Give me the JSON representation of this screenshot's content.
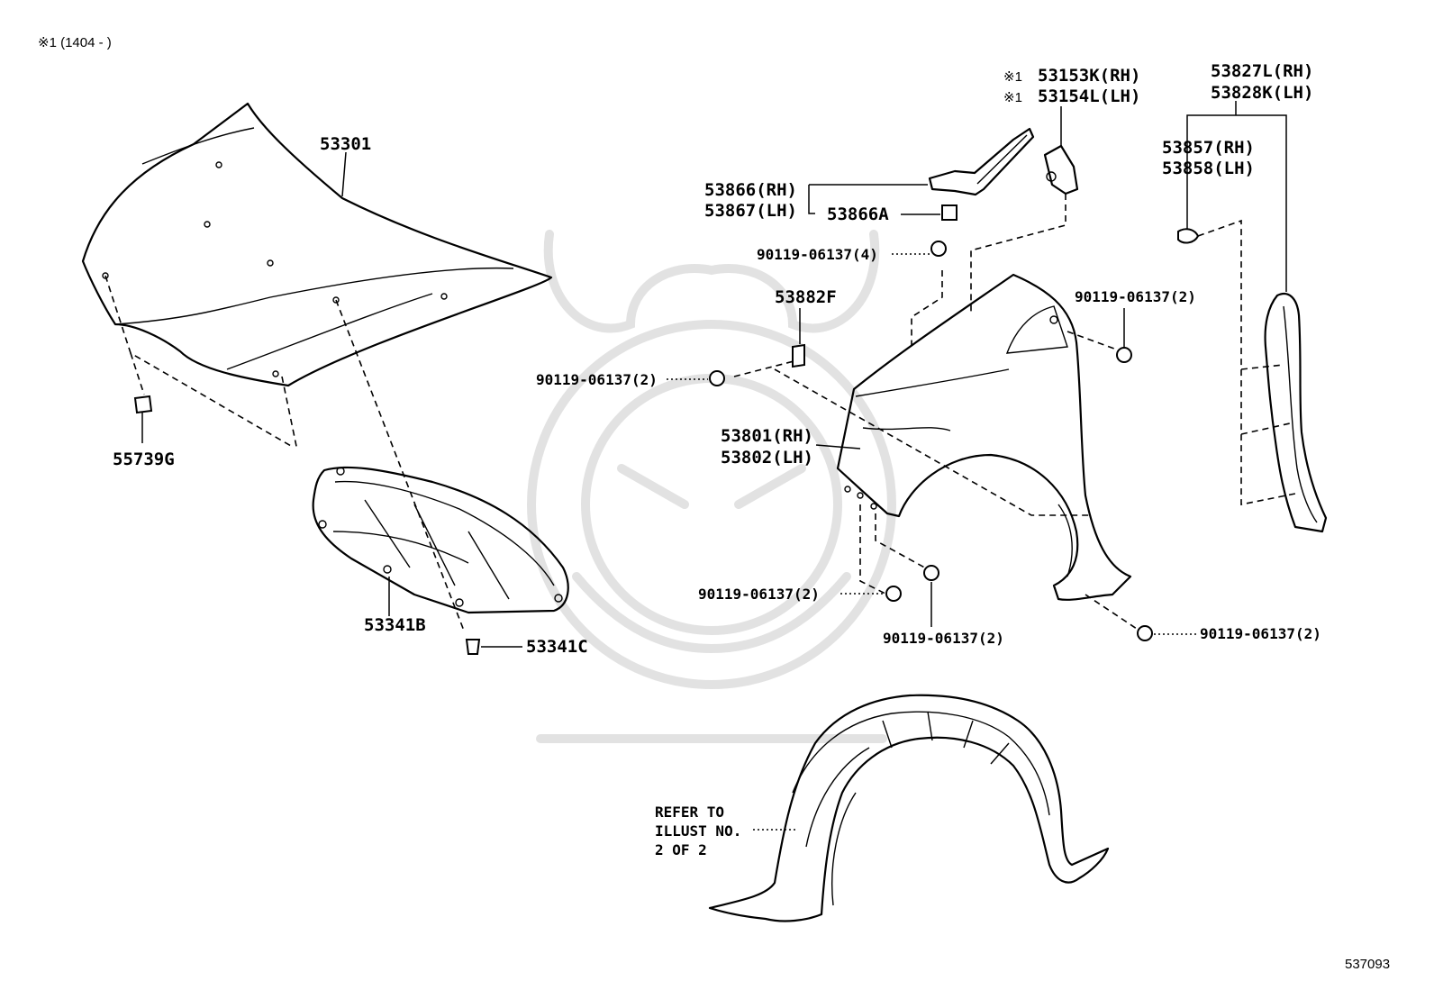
{
  "header_note": "※1 (1404 -     )",
  "diagram_number": "537093",
  "labels": {
    "hood": "53301",
    "hood_cushion": "55739G",
    "hood_insulator": "53341B",
    "insulator_clip": "53341C",
    "fender_rh": "53801(RH)",
    "fender_lh": "53802(LH)",
    "bracket_53882f": "53882F",
    "bolt_left": "90119-06137(2)",
    "bolt_top": "90119-06137(4)",
    "bolt_right": "90119-06137(2)",
    "bolt_bottom_left": "90119-06137(2)",
    "bolt_bottom_mid": "90119-06137(2)",
    "bolt_bottom_right": "90119-06137(2)",
    "seal_rh": "53866(RH)",
    "seal_lh": "53867(LH)",
    "seal_clip": "53866A",
    "rear_seal_rh": "53153K(RH)",
    "rear_seal_lh": "53154L(LH)",
    "rear_seal_mark": "※1",
    "protector_rh": "53827L(RH)",
    "protector_lh": "53828K(LH)",
    "protector_clip_rh": "53857(RH)",
    "protector_clip_lh": "53858(LH)",
    "liner_ref_line1": "REFER TO",
    "liner_ref_line2": "ILLUST NO.",
    "liner_ref_line3": "2 OF 2"
  }
}
